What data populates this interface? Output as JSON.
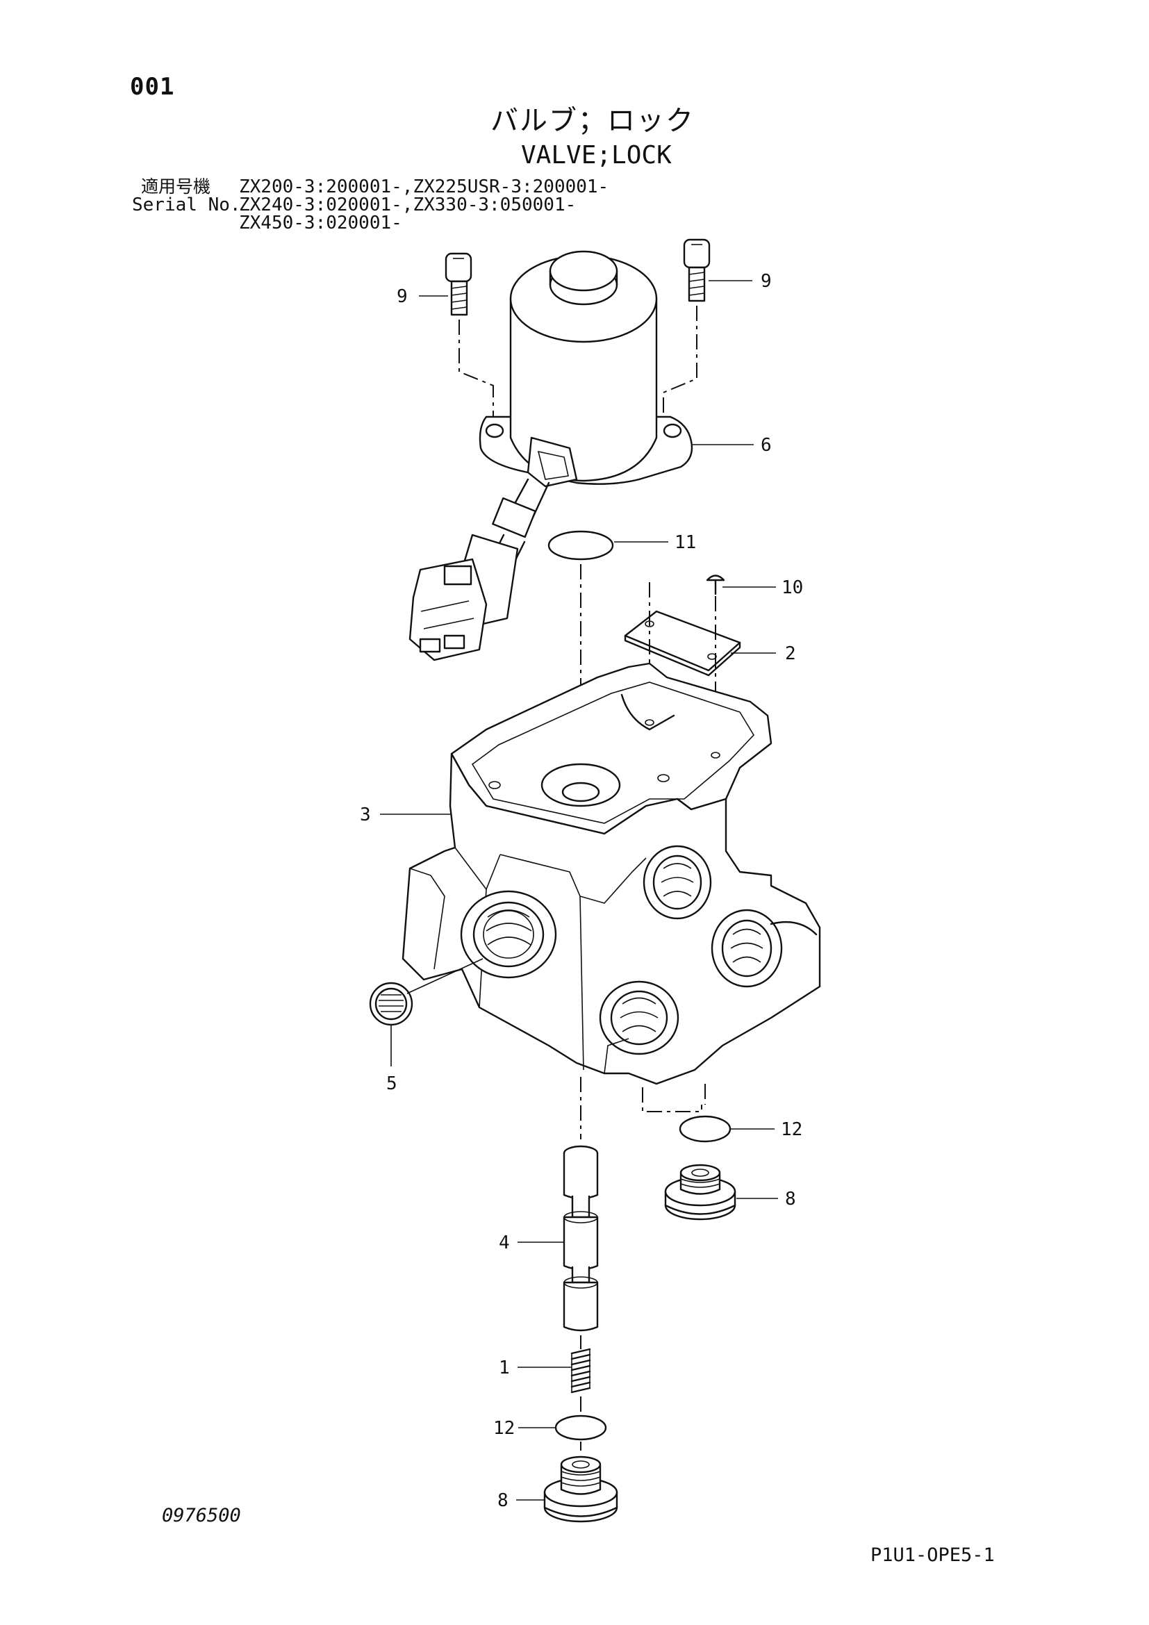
{
  "header": {
    "page_number": "001",
    "title_jp": "バルブ；ロック",
    "title_en": "VALVE;LOCK"
  },
  "serial": {
    "label_jp": "適用号機",
    "label_en": "Serial No.",
    "lines": [
      "ZX200-3:200001-,ZX225USR-3:200001-",
      "ZX240-3:020001-,ZX330-3:050001-",
      "ZX450-3:020001-"
    ]
  },
  "callouts": {
    "c9_left": "9",
    "c9_right": "9",
    "c6": "6",
    "c11": "11",
    "c10": "10",
    "c2": "2",
    "c3": "3",
    "c5": "5",
    "c12_upper": "12",
    "c8_upper": "8",
    "c4": "4",
    "c1": "1",
    "c12_lower": "12",
    "c8_lower": "8"
  },
  "footer": {
    "drawing_number": "0976500",
    "sheet_code": "P1U1-OPE5-1"
  }
}
